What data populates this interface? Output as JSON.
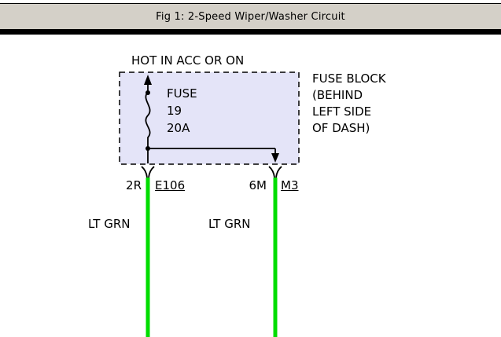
{
  "header": {
    "title": "Fig 1: 2-Speed Wiper/Washer Circuit"
  },
  "diagram": {
    "power_label": "HOT IN ACC OR ON",
    "fuse_label": "FUSE\n19\n20A",
    "fuse_block_note": "FUSE BLOCK\n(BEHIND\nLEFT SIDE\nOF DASH)",
    "left_connector": {
      "pin": "2R",
      "id": "E106",
      "wire_color_label": "LT GRN"
    },
    "right_connector": {
      "pin": "6M",
      "id": "M3",
      "wire_color_label": "LT GRN"
    },
    "colors": {
      "wire": "#00dd00",
      "fuse_block_fill": "#e4e4f8",
      "titlebar_bg": "#d4d0c8",
      "line": "#000000"
    }
  }
}
